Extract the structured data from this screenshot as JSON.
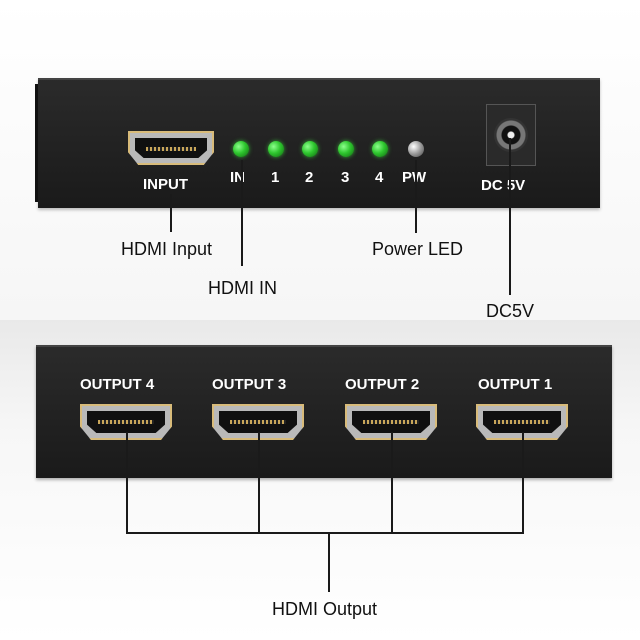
{
  "front_panel": {
    "input_label": "INPUT",
    "led_labels": [
      "IN",
      "1",
      "2",
      "3",
      "4",
      "PW"
    ],
    "dc_label": "DC 5V"
  },
  "back_panel": {
    "output_labels": [
      "OUTPUT 4",
      "OUTPUT 3",
      "OUTPUT 2",
      "OUTPUT 1"
    ]
  },
  "callouts": {
    "hdmi_input": "HDMI Input",
    "hdmi_in": "HDMI IN",
    "power_led": "Power LED",
    "dc5v": "DC5V",
    "hdmi_output": "HDMI  Output"
  },
  "colors": {
    "device_body": "#1f1f1f",
    "led_on": "#2ec72e",
    "led_power": "#9a9a9a",
    "port_gold": "#d8bb7a"
  }
}
